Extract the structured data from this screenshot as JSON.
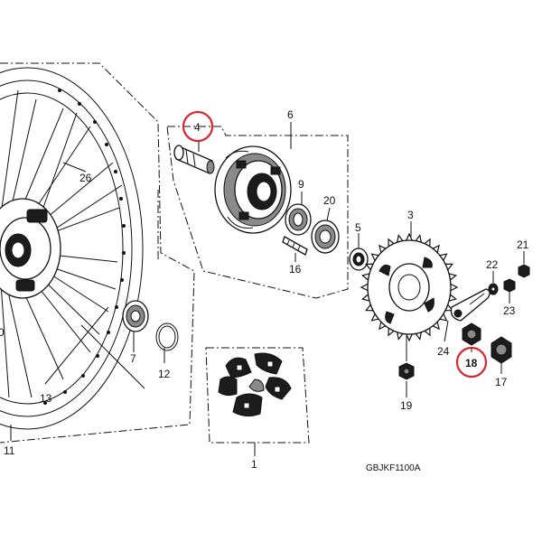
{
  "diagram": {
    "code": "GBJKF1100A",
    "highlight_color": "#d8262a",
    "callouts": [
      {
        "id": "wheel",
        "label": "26"
      },
      {
        "id": "axle",
        "label": "4"
      },
      {
        "id": "hub-flange",
        "label": "6"
      },
      {
        "id": "bearing-9",
        "label": "9"
      },
      {
        "id": "seal-20",
        "label": "20"
      },
      {
        "id": "stud",
        "label": "16"
      },
      {
        "id": "collar",
        "label": "5"
      },
      {
        "id": "sprocket",
        "label": "3"
      },
      {
        "id": "bolt-21",
        "label": "21"
      },
      {
        "id": "washer-22",
        "label": "22"
      },
      {
        "id": "nut-23",
        "label": "23"
      },
      {
        "id": "adjuster",
        "label": "24"
      },
      {
        "id": "nut-18",
        "label": "18"
      },
      {
        "id": "nut-17",
        "label": "17"
      },
      {
        "id": "nut-19",
        "label": "19"
      },
      {
        "id": "bearing-7",
        "label": "7"
      },
      {
        "id": "oring",
        "label": "12"
      },
      {
        "id": "rim",
        "label": "13"
      },
      {
        "id": "tire",
        "label": "11"
      },
      {
        "id": "damper",
        "label": "1"
      },
      {
        "id": "partial-10",
        "label": "0"
      }
    ],
    "highlighted": [
      "axle",
      "nut-18"
    ]
  }
}
